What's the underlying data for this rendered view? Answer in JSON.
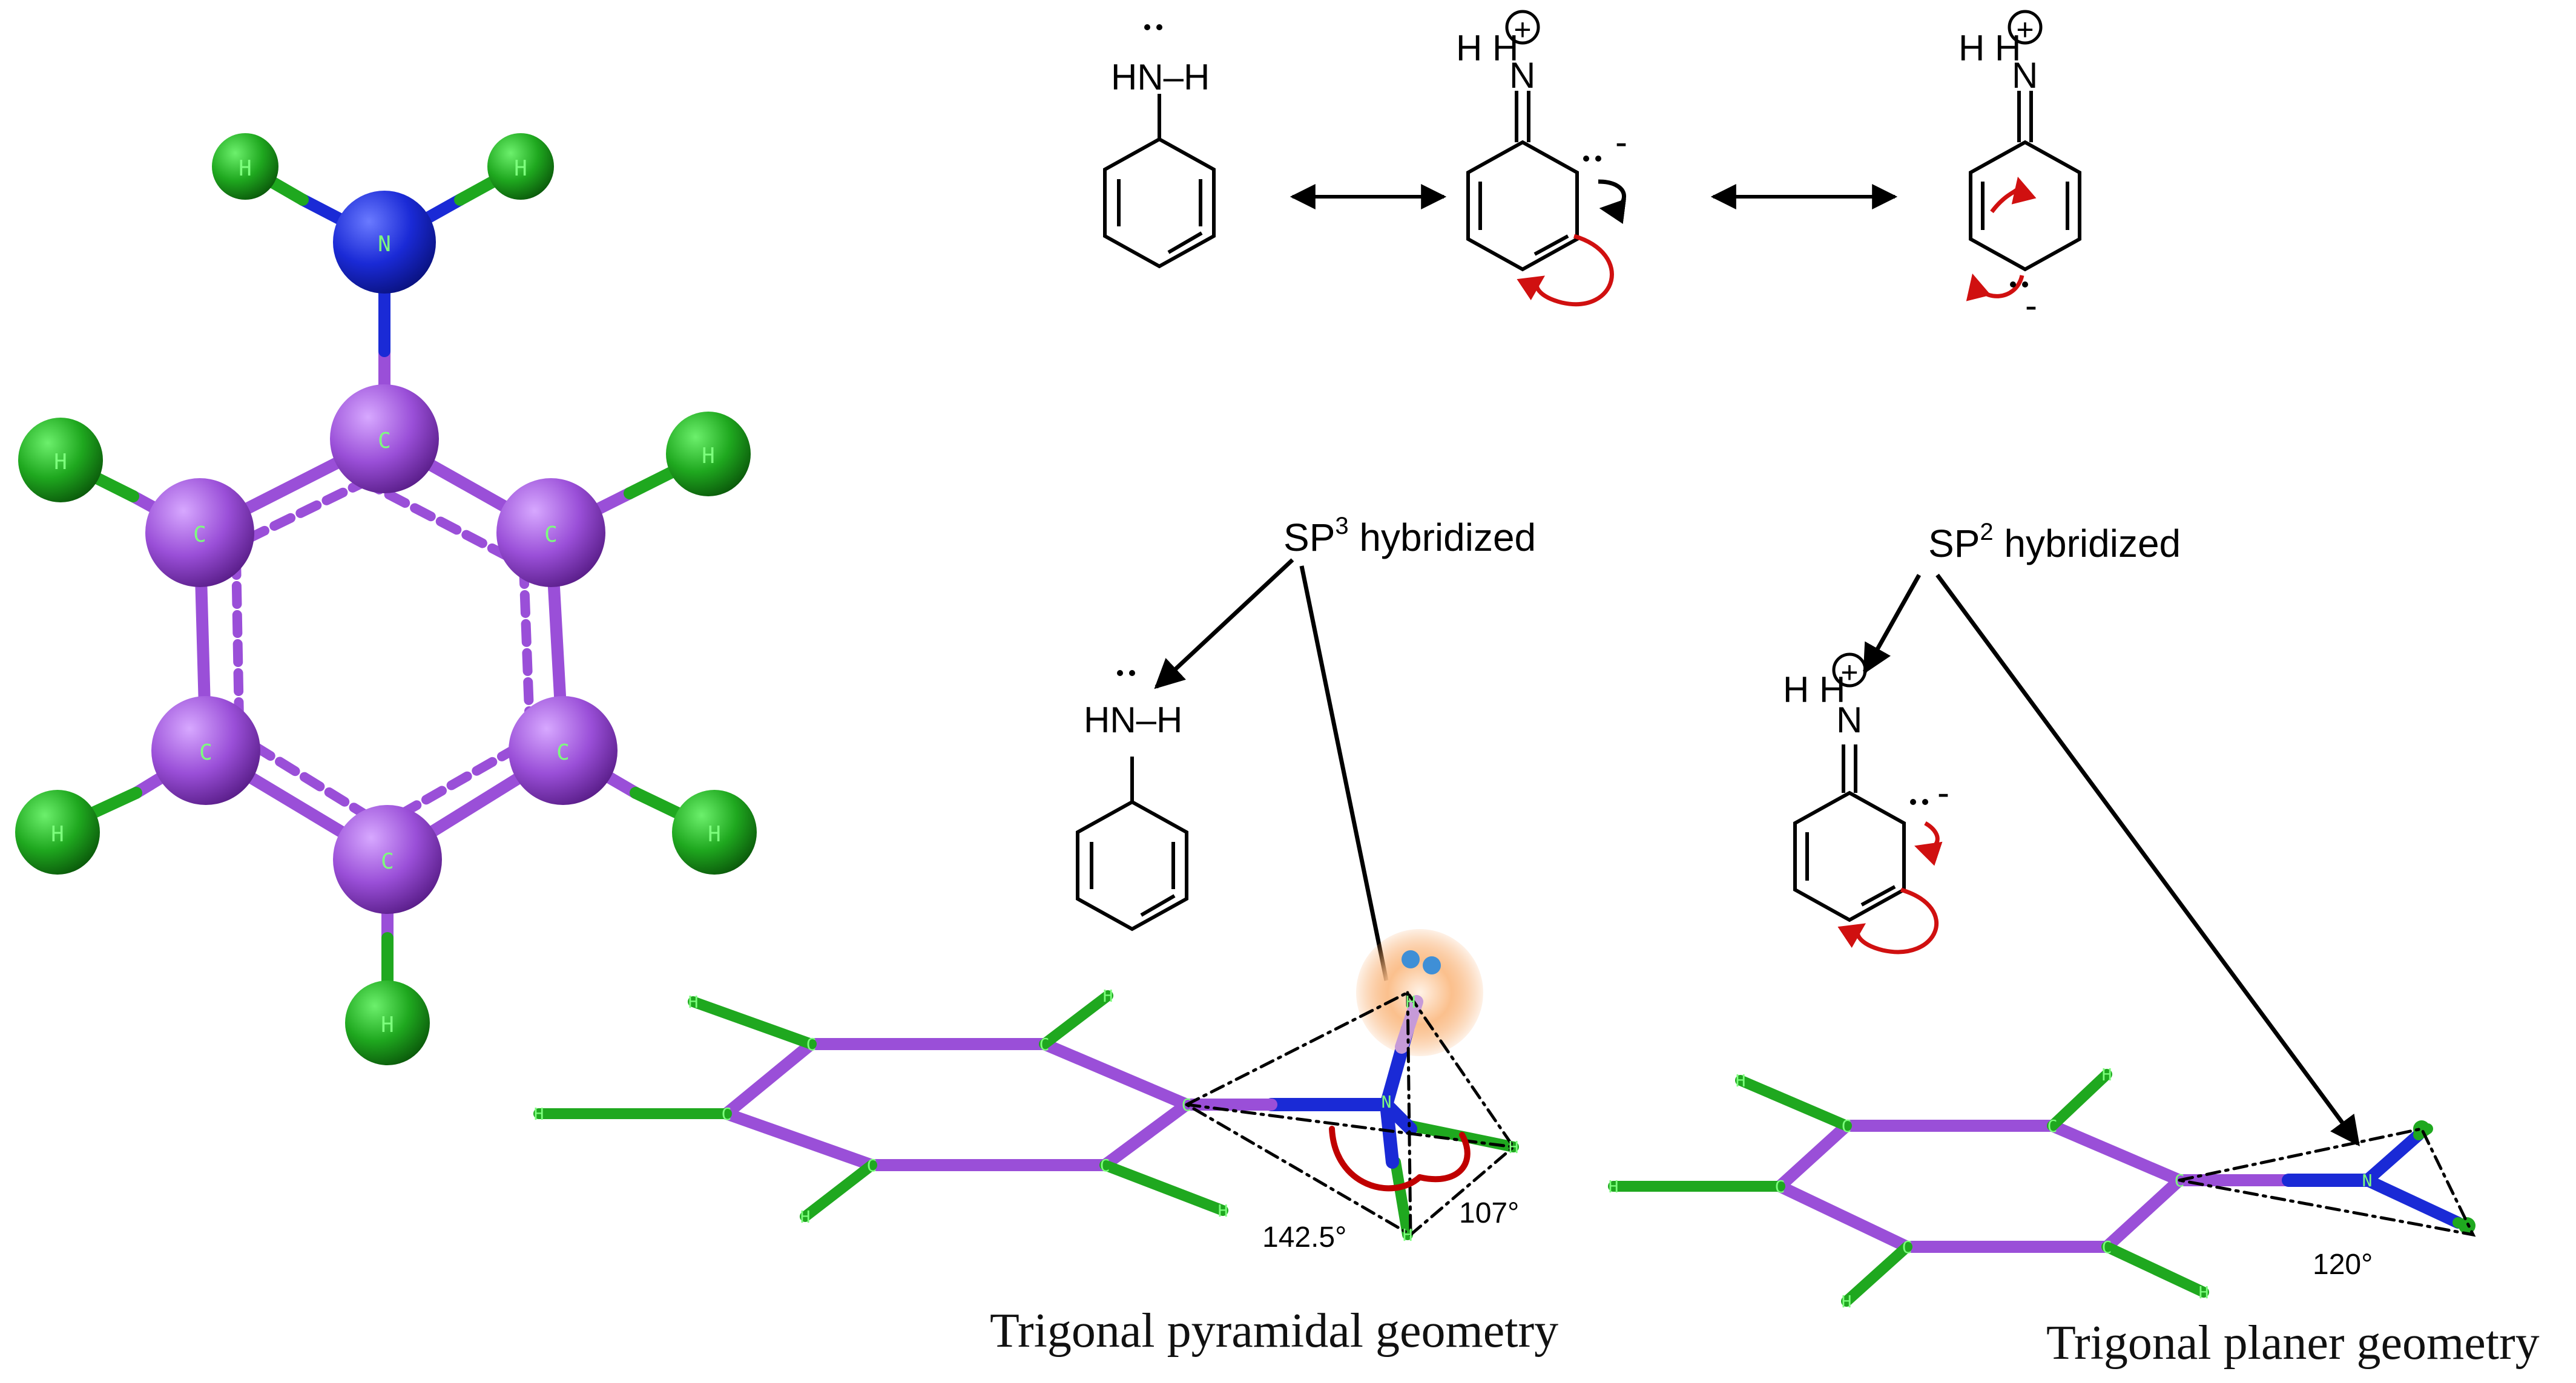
{
  "colors": {
    "carbon": "#9a4fd8",
    "nitrogen": "#1a2ad6",
    "hydrogen": "#1fa81f",
    "curved_arrow": "#d01010",
    "bond_line": "#000000",
    "lone_pair_glow": "#f7a25a",
    "lone_pair_dots": "#3f8fd6"
  },
  "atom_labels": {
    "carbon": "C",
    "nitrogen": "N",
    "hydrogen": "H"
  },
  "resonance": {
    "left_nh": "HN–H",
    "plus": "+",
    "middle_top": "H   H",
    "middle_n": "N",
    "neg": "-"
  },
  "hybrid": {
    "sp3": {
      "base": "SP",
      "sup": "3",
      "rest": " hybridized"
    },
    "sp2": {
      "base": "SP",
      "sup": "2",
      "rest": " hybridized"
    }
  },
  "angles": {
    "a1": "142.5°",
    "a2": "107°",
    "a3": "120°"
  },
  "captions": {
    "pyramidal": "Trigonal  pyramidal  geometry",
    "planar": "Trigonal  planer geometry"
  }
}
